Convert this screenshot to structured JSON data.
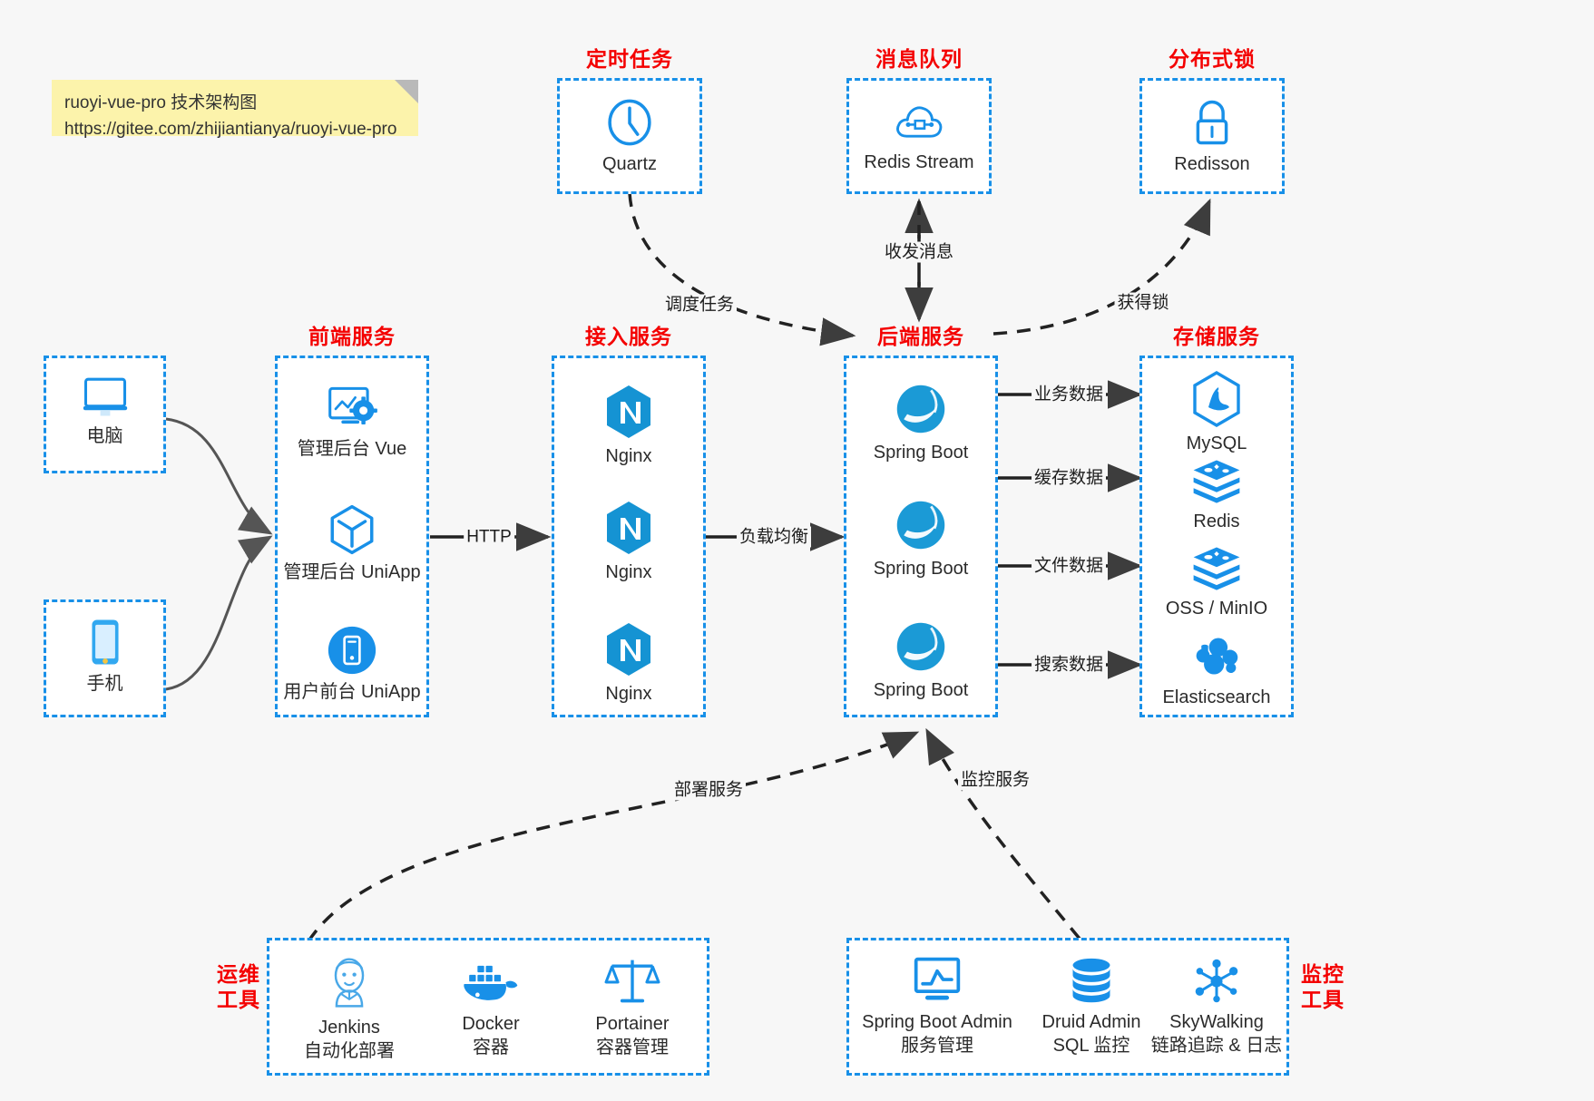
{
  "note": {
    "line1": "ruoyi-vue-pro 技术架构图",
    "line2": "https://gitee.com/zhijiantianya/ruoyi-vue-pro"
  },
  "groups": {
    "scheduler": {
      "title": "定时任务"
    },
    "mq": {
      "title": "消息队列"
    },
    "lock": {
      "title": "分布式锁"
    },
    "frontend": {
      "title": "前端服务"
    },
    "gateway": {
      "title": "接入服务"
    },
    "backend": {
      "title": "后端服务"
    },
    "storage": {
      "title": "存储服务"
    },
    "devops": {
      "title_line1": "运维",
      "title_line2": "工具"
    },
    "monitoring": {
      "title_line1": "监控",
      "title_line2": "工具"
    }
  },
  "nodes": {
    "quartz": {
      "label": "Quartz",
      "icon": "clock-icon"
    },
    "redis_stream": {
      "label": "Redis Stream",
      "icon": "cloud-stream-icon"
    },
    "redisson": {
      "label": "Redisson",
      "icon": "lock-icon"
    },
    "pc": {
      "label": "电脑",
      "icon": "desktop-icon"
    },
    "mobile": {
      "label": "手机",
      "icon": "phone-icon"
    },
    "admin_vue": {
      "label": "管理后台 Vue",
      "icon": "dashboard-gear-icon"
    },
    "admin_uniapp": {
      "label": "管理后台 UniApp",
      "icon": "cube-icon"
    },
    "user_uniapp": {
      "label": "用户前台 UniApp",
      "icon": "mobile-app-icon"
    },
    "nginx1": {
      "label": "Nginx",
      "icon": "nginx-icon"
    },
    "nginx2": {
      "label": "Nginx",
      "icon": "nginx-icon"
    },
    "nginx3": {
      "label": "Nginx",
      "icon": "nginx-icon"
    },
    "boot1": {
      "label": "Spring Boot",
      "icon": "spring-boot-icon"
    },
    "boot2": {
      "label": "Spring Boot",
      "icon": "spring-boot-icon"
    },
    "boot3": {
      "label": "Spring Boot",
      "icon": "spring-boot-icon"
    },
    "mysql": {
      "label": "MySQL",
      "icon": "mysql-icon"
    },
    "redis": {
      "label": "Redis",
      "icon": "redis-icon"
    },
    "oss": {
      "label": "OSS / MinIO",
      "icon": "redis-icon"
    },
    "elasticsearch": {
      "label": "Elasticsearch",
      "icon": "elasticsearch-icon"
    },
    "jenkins": {
      "label": "Jenkins",
      "sublabel": "自动化部署",
      "icon": "jenkins-icon"
    },
    "docker": {
      "label": "Docker",
      "sublabel": "容器",
      "icon": "docker-icon"
    },
    "portainer": {
      "label": "Portainer",
      "sublabel": "容器管理",
      "icon": "scales-icon"
    },
    "sba": {
      "label": "Spring Boot Admin",
      "sublabel": "服务管理",
      "icon": "monitor-chart-icon"
    },
    "druid": {
      "label": "Druid Admin",
      "sublabel": "SQL 监控",
      "icon": "database-icon"
    },
    "skywalking": {
      "label": "SkyWalking",
      "sublabel": "链路追踪 & 日志",
      "icon": "network-nodes-icon"
    }
  },
  "edges": [
    {
      "id": "http",
      "label": "HTTP"
    },
    {
      "id": "lb",
      "label": "负载均衡"
    },
    {
      "id": "biz_data",
      "label": "业务数据"
    },
    {
      "id": "cache_data",
      "label": "缓存数据"
    },
    {
      "id": "file_data",
      "label": "文件数据"
    },
    {
      "id": "search_data",
      "label": "搜索数据"
    },
    {
      "id": "schedule",
      "label": "调度任务"
    },
    {
      "id": "messaging",
      "label": "收发消息"
    },
    {
      "id": "acquire",
      "label": "获得锁"
    },
    {
      "id": "deploy",
      "label": "部署服务"
    },
    {
      "id": "monitor",
      "label": "监控服务"
    }
  ],
  "colors": {
    "accent": "#1890e8",
    "title": "#f40000",
    "edge": "#3d3d3d",
    "background": "#f7f7f7",
    "note": "#fcf3ab"
  }
}
